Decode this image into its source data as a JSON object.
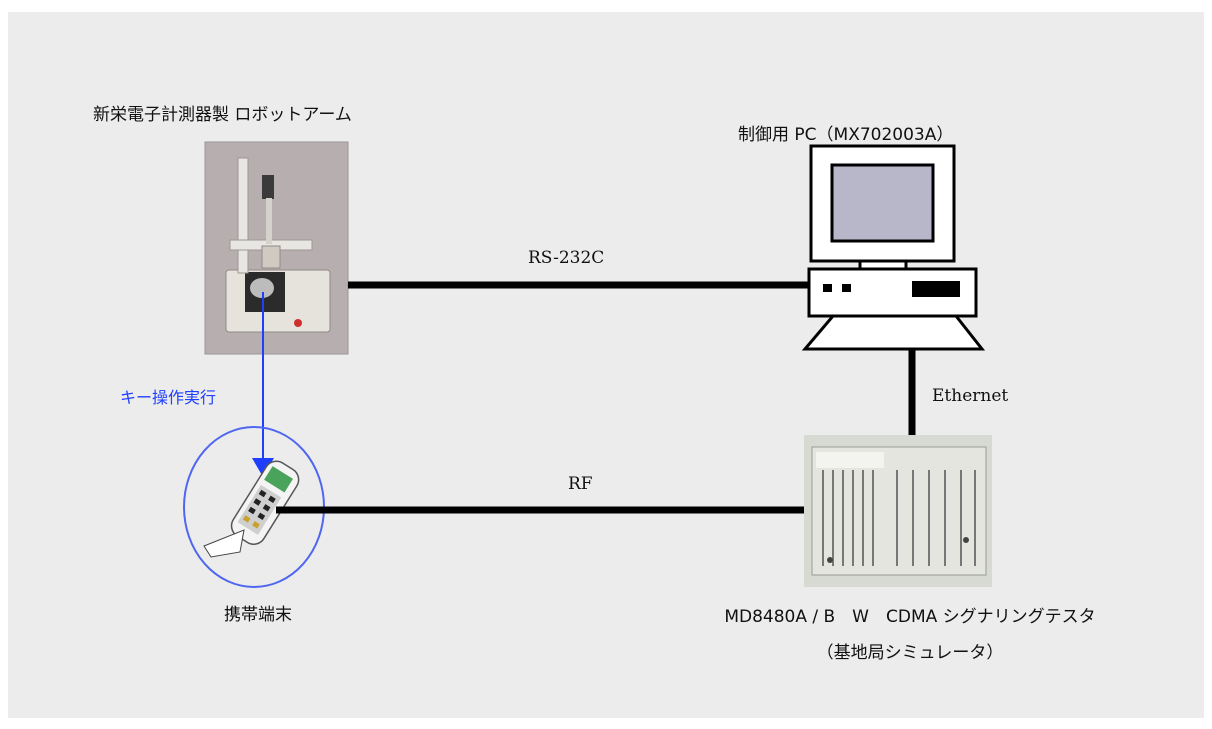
{
  "diagram": {
    "robot_arm_label": "新栄電子計測器製 ロボットアーム",
    "pc_label": "制御用 PC（MX702003A）",
    "rs232c_label": "RS-232C",
    "ethernet_label": "Ethernet",
    "rf_label": "RF",
    "key_operation_label": "キー操作実行",
    "terminal_label": "携帯端末",
    "tester_label_line1": "MD8480A / B　W　CDMA シグナリングテスタ",
    "tester_label_line2": "（基地局シミュレータ）",
    "colors": {
      "background_panel": "#ececec",
      "link_line": "#000000",
      "key_operation": "#1f3fff"
    }
  }
}
